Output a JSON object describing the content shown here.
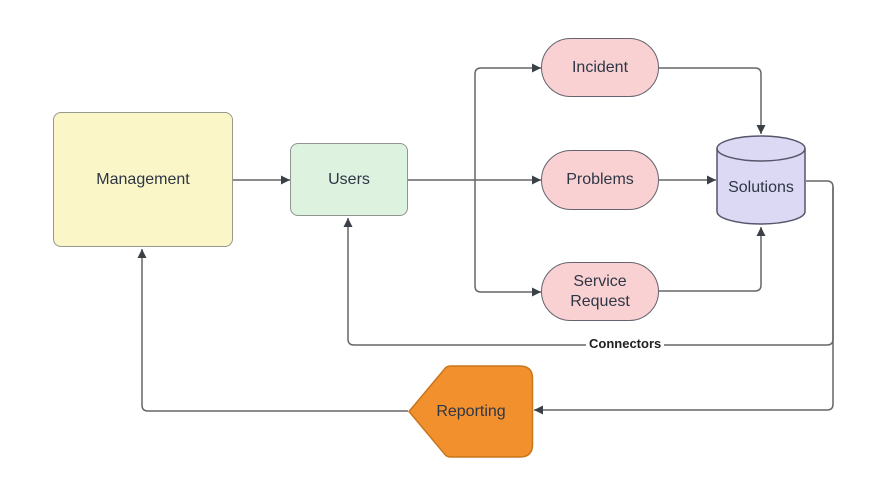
{
  "diagram": {
    "connector_label": "Connectors",
    "nodes": {
      "management": {
        "label": "Management",
        "shape": "rectangle",
        "fill": "#FAF6C8",
        "border": "#97978B"
      },
      "users": {
        "label": "Users",
        "shape": "rectangle",
        "fill": "#DEF2E0",
        "border": "#8F968F"
      },
      "incident": {
        "label": "Incident",
        "shape": "stadium",
        "fill": "#F9D1D2",
        "border": "#64646E"
      },
      "problems": {
        "label": "Problems",
        "shape": "stadium",
        "fill": "#F9D1D2",
        "border": "#64646E"
      },
      "service_request": {
        "label": "Service Request",
        "shape": "stadium",
        "fill": "#F9D1D2",
        "border": "#64646E"
      },
      "solutions": {
        "label": "Solutions",
        "shape": "cylinder",
        "fill": "#DCD9F4",
        "border": "#56566B"
      },
      "reporting": {
        "label": "Reporting",
        "shape": "arrow-left-pentagon",
        "fill": "#F2902E",
        "border": "#C8761B"
      }
    },
    "edges": [
      {
        "from": "management",
        "to": "users"
      },
      {
        "from": "users",
        "to": "incident"
      },
      {
        "from": "users",
        "to": "problems"
      },
      {
        "from": "users",
        "to": "service_request"
      },
      {
        "from": "incident",
        "to": "solutions"
      },
      {
        "from": "problems",
        "to": "solutions"
      },
      {
        "from": "service_request",
        "to": "solutions"
      },
      {
        "from": "solutions",
        "to": "users",
        "label": "Connectors"
      },
      {
        "from": "solutions",
        "to": "reporting"
      },
      {
        "from": "reporting",
        "to": "management"
      }
    ],
    "colors": {
      "line": "#666668",
      "arrowhead": "#3B4047",
      "text": "#2E3645",
      "background": "#FFFFFF"
    }
  }
}
